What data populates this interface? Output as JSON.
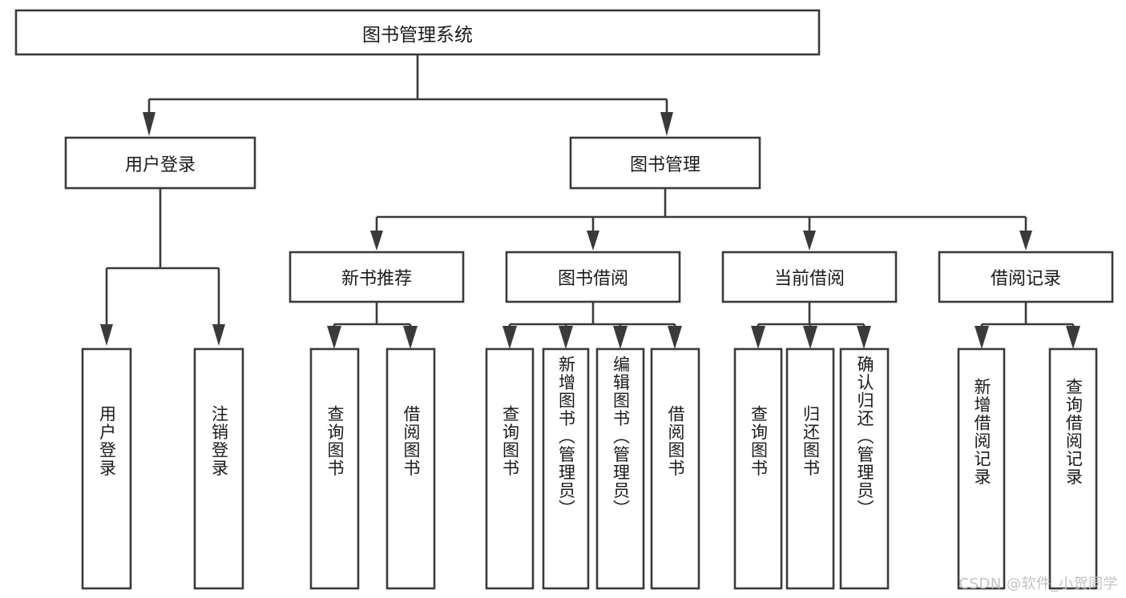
{
  "diagram": {
    "type": "tree-hierarchy",
    "orientation": "top-down",
    "root": {
      "id": "root",
      "label": "图书管理系统"
    },
    "level1": [
      {
        "id": "user-login",
        "label": "用户登录"
      },
      {
        "id": "book-management",
        "label": "图书管理"
      }
    ],
    "level2": [
      {
        "id": "new-book-recommend",
        "label": "新书推荐",
        "parent": "book-management"
      },
      {
        "id": "book-borrow",
        "label": "图书借阅",
        "parent": "book-management"
      },
      {
        "id": "current-borrow",
        "label": "当前借阅",
        "parent": "book-management"
      },
      {
        "id": "borrow-record",
        "label": "借阅记录",
        "parent": "book-management"
      }
    ],
    "leaves": [
      {
        "id": "leaf-user-login",
        "label": "用户登录",
        "parent": "user-login"
      },
      {
        "id": "leaf-logout-login",
        "label": "注销登录",
        "parent": "user-login"
      },
      {
        "id": "leaf-query-book-1",
        "label": "查询图书",
        "parent": "new-book-recommend"
      },
      {
        "id": "leaf-borrow-book-1",
        "label": "借阅图书",
        "parent": "new-book-recommend"
      },
      {
        "id": "leaf-query-book-2",
        "label": "查询图书",
        "parent": "book-borrow"
      },
      {
        "id": "leaf-add-book",
        "label": "新增图书（管理员）",
        "parent": "book-borrow"
      },
      {
        "id": "leaf-edit-book",
        "label": "编辑图书（管理员）",
        "parent": "book-borrow"
      },
      {
        "id": "leaf-borrow-book-2",
        "label": "借阅图书",
        "parent": "book-borrow"
      },
      {
        "id": "leaf-query-book-3",
        "label": "查询图书",
        "parent": "current-borrow"
      },
      {
        "id": "leaf-return-book",
        "label": "归还图书",
        "parent": "current-borrow"
      },
      {
        "id": "leaf-confirm-return",
        "label": "确认归还（管理员）",
        "parent": "current-borrow"
      },
      {
        "id": "leaf-add-record",
        "label": "新增借阅记录",
        "parent": "borrow-record"
      },
      {
        "id": "leaf-query-record",
        "label": "查询借阅记录",
        "parent": "borrow-record"
      }
    ],
    "colors": {
      "stroke": "#3a3a3a",
      "box_fill": "#ffffff",
      "text": "#1a1a1a",
      "background": "#ffffff",
      "watermark": "#c2c2c2"
    }
  },
  "watermark": {
    "text": "CSDN @软件_小贺同学"
  }
}
